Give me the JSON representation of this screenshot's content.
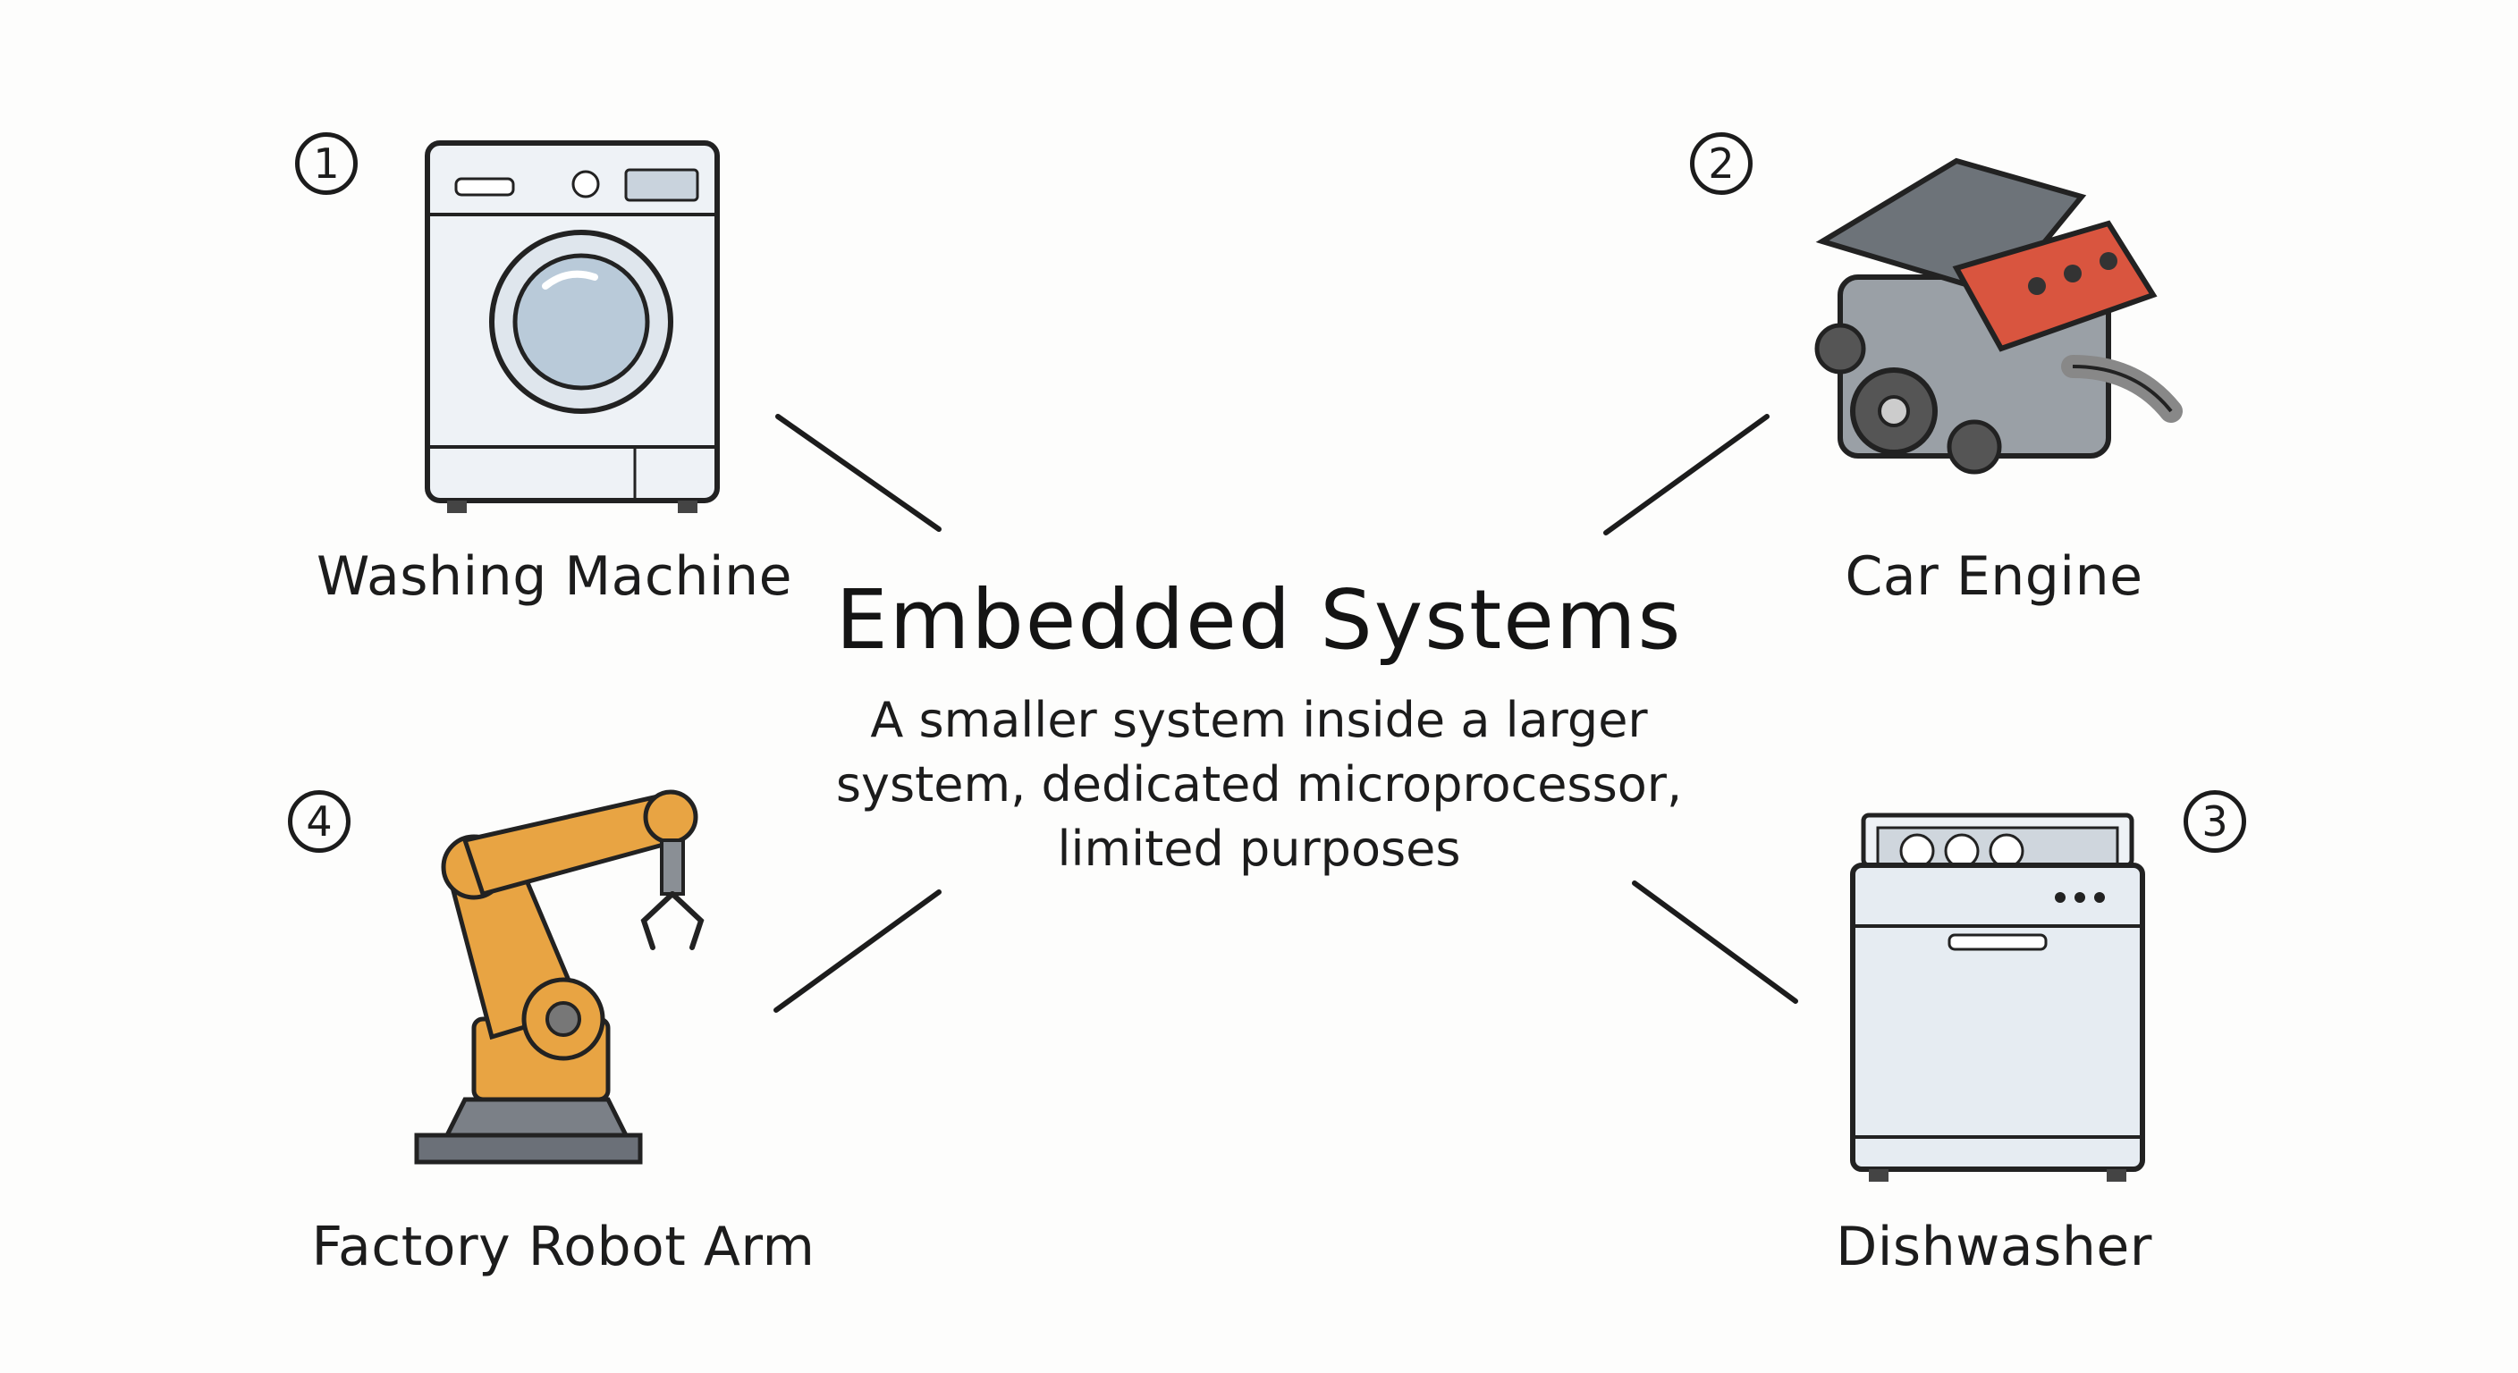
{
  "center": {
    "title": "Embedded Systems",
    "subtitle": "A smaller system inside a larger system, dedicated microprocessor, limited purposes"
  },
  "examples": [
    {
      "number": "1",
      "label": "Washing Machine",
      "icon": "washing-machine-icon"
    },
    {
      "number": "2",
      "label": "Car Engine",
      "icon": "car-engine-icon"
    },
    {
      "number": "3",
      "label": "Dishwasher",
      "icon": "dishwasher-icon"
    },
    {
      "number": "4",
      "label": "Factory Robot Arm",
      "icon": "robot-arm-icon"
    }
  ],
  "colors": {
    "ink": "#1c1c1c",
    "appliance_body": "#e9eef3",
    "engine_red": "#d9553f",
    "engine_gray": "#6d7379",
    "robot_orange": "#e8a443",
    "robot_base": "#7b8087"
  }
}
